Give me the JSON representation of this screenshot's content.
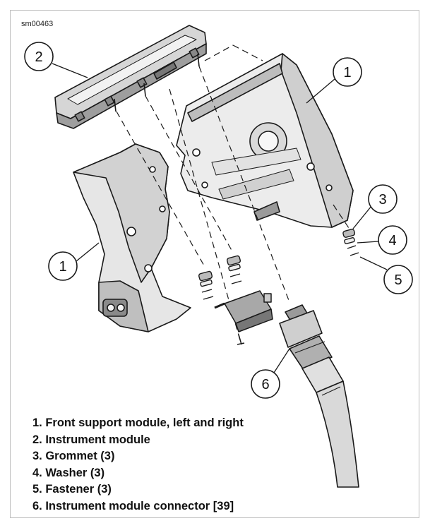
{
  "figure_code": "sm00463",
  "callouts": {
    "c1_right": "1",
    "c2": "2",
    "c3": "3",
    "c4": "4",
    "c5": "5",
    "c1_left": "1",
    "c6": "6"
  },
  "legend": [
    "1. Front support module, left and right",
    "2. Instrument module",
    "3. Grommet (3)",
    "4. Washer (3)",
    "5. Fastener (3)",
    "6. Instrument module connector [39]"
  ],
  "colors": {
    "line": "#1a1a1a",
    "fill_light": "#ececec",
    "fill_mid": "#cfcfcf",
    "frame": "#bfbfbf"
  }
}
